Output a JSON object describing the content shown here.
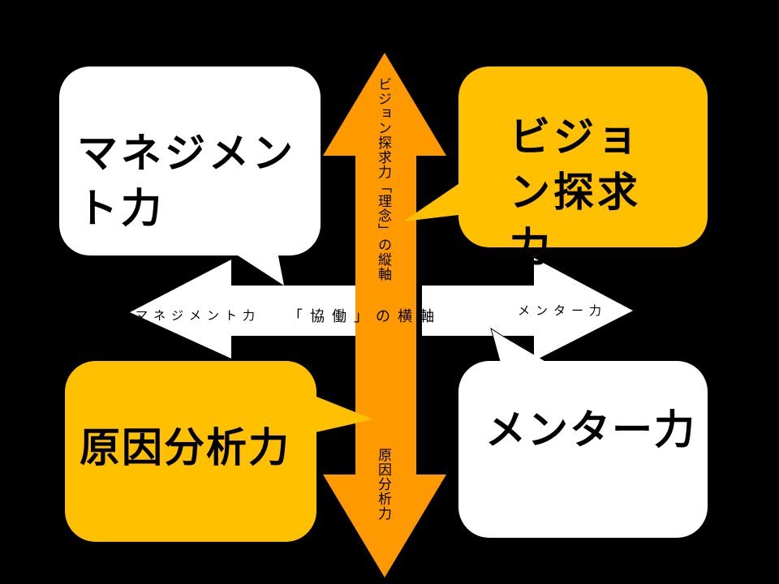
{
  "colors": {
    "background": "#000000",
    "white": "#ffffff",
    "orange": "#ff9900",
    "gold": "#ffc000"
  },
  "vertical_axis": {
    "top_label": "ビジョン探求力「理念」の縦軸",
    "bottom_label": "原因分析力"
  },
  "horizontal_axis": {
    "left_label": "マネジメント力",
    "center_label": "「協働」の横軸",
    "right_label": "メンター力"
  },
  "callouts": {
    "top_left": "マネジメント力",
    "top_right": "ビジョン探求力",
    "bottom_left": "原因分析力",
    "bottom_right": "メンター力"
  }
}
